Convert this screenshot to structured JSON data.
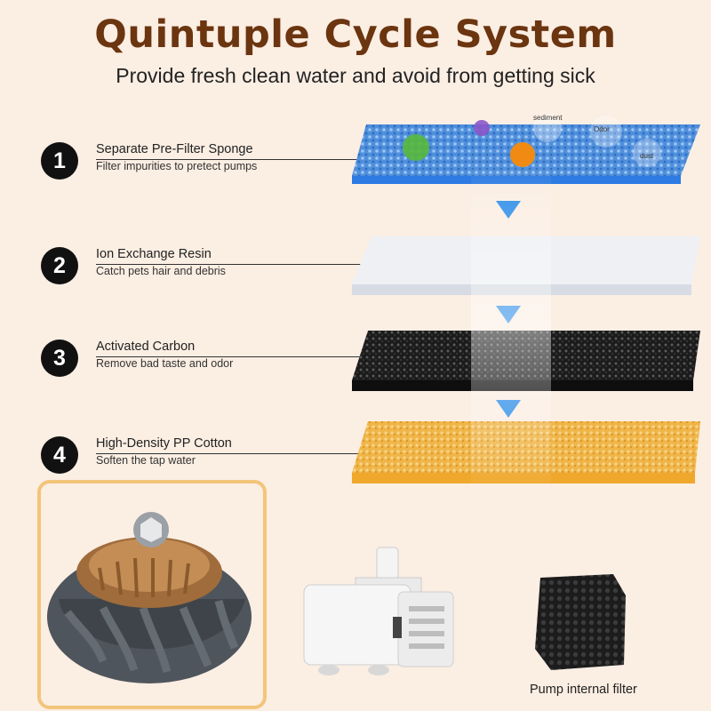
{
  "header": {
    "title": "Quintuple Cycle System",
    "subtitle": "Provide fresh clean water and avoid from getting sick"
  },
  "steps": [
    {
      "number": "1",
      "label": "Separate Pre-Filter Sponge",
      "description": "Filter impurities to pretect pumps"
    },
    {
      "number": "2",
      "label": "Ion Exchange Resin",
      "description": "Catch pets hair and debris"
    },
    {
      "number": "3",
      "label": "Activated Carbon",
      "description": "Remove bad taste and odor"
    },
    {
      "number": "4",
      "label": "High-Density PP Cotton",
      "description": "Soften the tap water"
    }
  ],
  "sponge_tags": {
    "sediment": "sediment",
    "odor": "Odor",
    "dust": "dust"
  },
  "pump_filter_caption": "Pump internal filter",
  "colors": {
    "title": "#6b3510",
    "background": "#fbeee3",
    "sponge": "#4f8fdc",
    "resin": "#eef0f4",
    "carbon": "#1b1b1b",
    "cotton": "#f0b548",
    "frame": "#f2c57a"
  }
}
